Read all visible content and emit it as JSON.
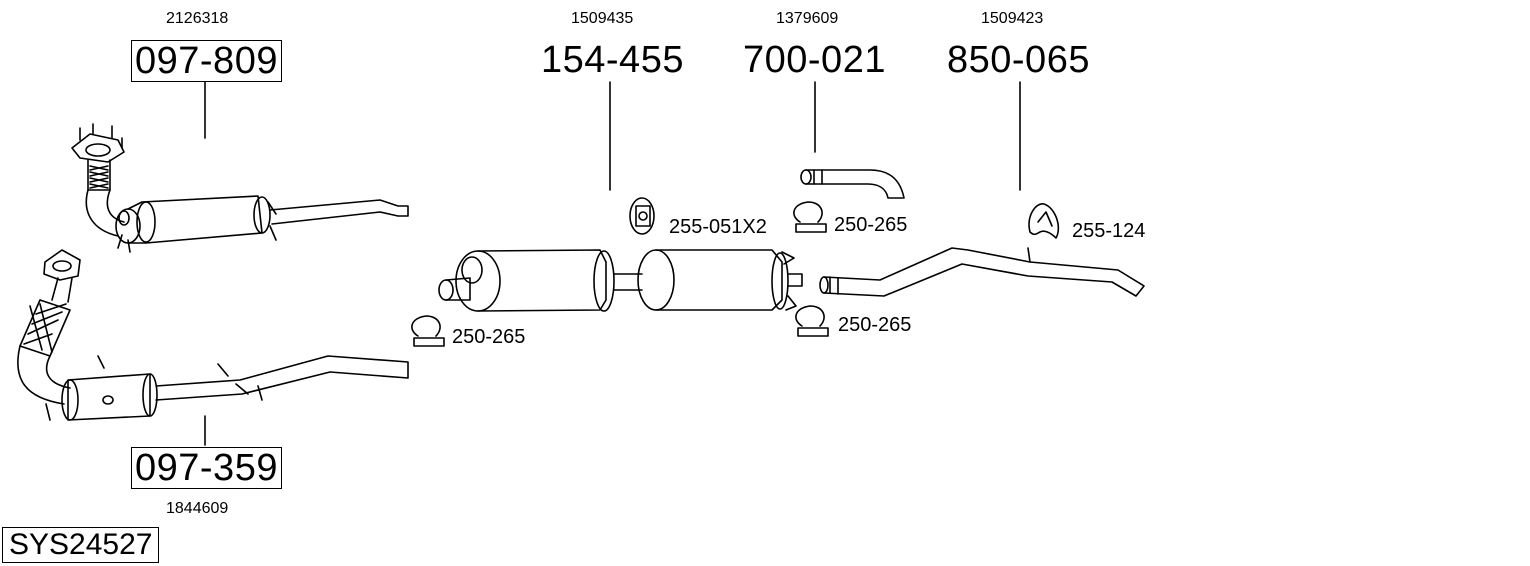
{
  "system_code": "SYS24527",
  "parts": [
    {
      "id": "front-pipe-upper",
      "part_number": "097-809",
      "ref": "2126318"
    },
    {
      "id": "catalytic-converter",
      "part_number": "097-359",
      "ref": "1844609"
    },
    {
      "id": "middle-silencer",
      "part_number": "154-455",
      "ref": "1509435"
    },
    {
      "id": "tail-pipe",
      "part_number": "700-021",
      "ref": "1379609"
    },
    {
      "id": "rear-pipe",
      "part_number": "850-065",
      "ref": "1509423"
    }
  ],
  "accessories": {
    "mount_middle": "255-051X2",
    "clamp_tail": "250-265",
    "clamp_front": "250-265",
    "clamp_middle": "250-265",
    "mount_rear": "255-124"
  }
}
